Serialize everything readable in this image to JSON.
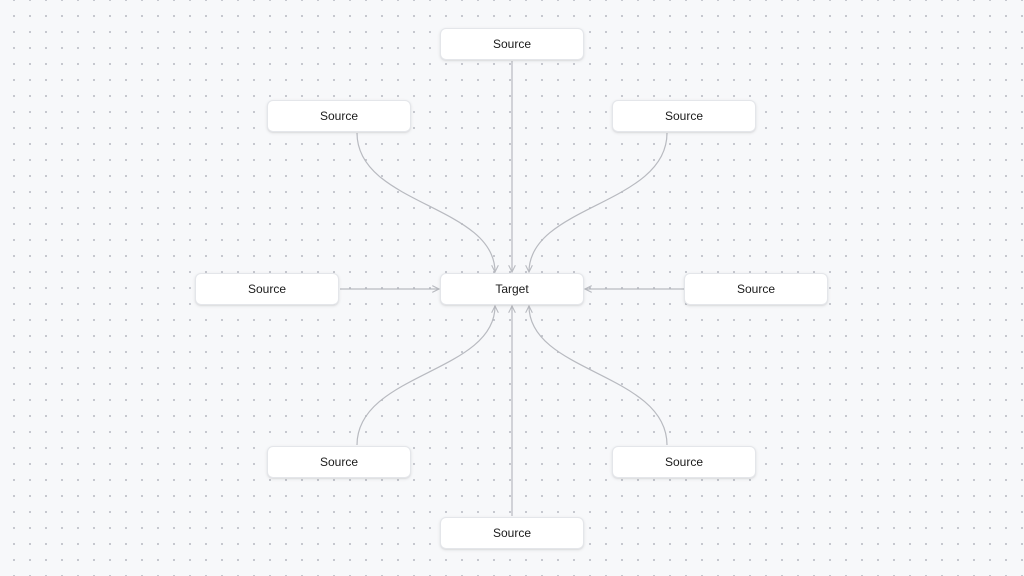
{
  "diagram": {
    "target": {
      "label": "Target"
    },
    "sources": [
      {
        "label": "Source"
      },
      {
        "label": "Source"
      },
      {
        "label": "Source"
      },
      {
        "label": "Source"
      },
      {
        "label": "Source"
      },
      {
        "label": "Source"
      },
      {
        "label": "Source"
      },
      {
        "label": "Source"
      }
    ]
  },
  "colors": {
    "background": "#f7f8fa",
    "edge": "#b8bac0",
    "node_fill": "#ffffff",
    "node_border": "#e4e6ea"
  }
}
